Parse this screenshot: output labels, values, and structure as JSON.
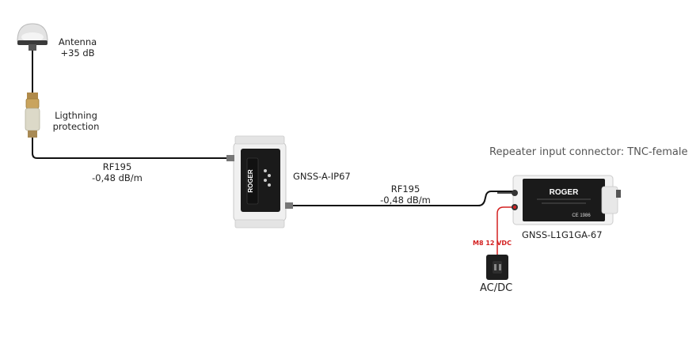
{
  "antenna": {
    "name": "Antenna",
    "gain": "+35 dB"
  },
  "lightning": {
    "line1": "Ligthning",
    "line2": "protection"
  },
  "cable1": {
    "type": "RF195",
    "loss": "-0,48 dB/m"
  },
  "splitter": {
    "name": "GNSS-A-IP67",
    "brand": "ROGER"
  },
  "cable2": {
    "type": "RF195",
    "loss": "-0,48 dB/m"
  },
  "repeater": {
    "note": "Repeater input connector: TNC-female",
    "name": "GNSS-L1G1GA-67",
    "brand": "ROGER",
    "ce": "CE 1986"
  },
  "power": {
    "connector": "M8 12 VDC",
    "name": "AC/DC"
  },
  "colors": {
    "wire": "#111111",
    "power_wire": "#d42020",
    "device_body": "#f2f2f2",
    "device_panel": "#1a1a1a"
  }
}
